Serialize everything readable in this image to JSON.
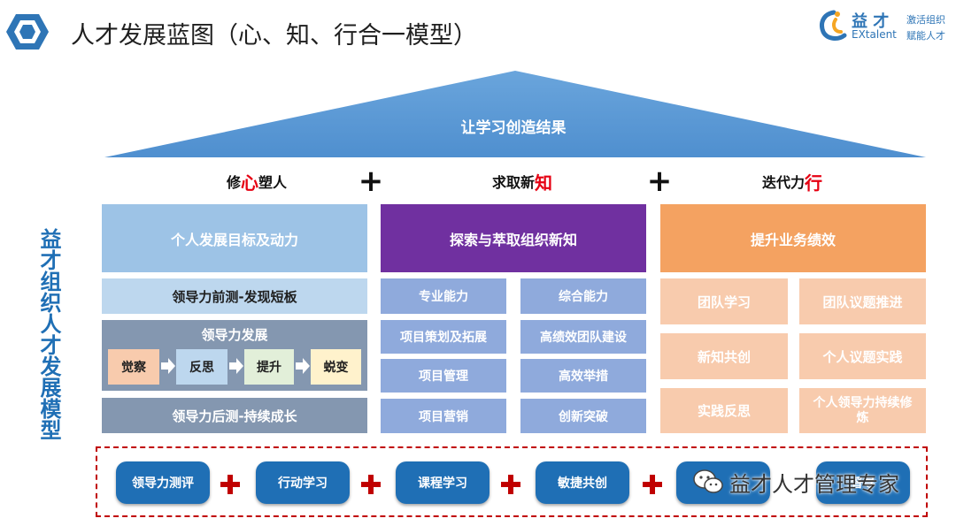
{
  "header": {
    "title": "人才发展蓝图（心、知、行合一模型）",
    "logo": {
      "brand_cn": "益 才",
      "brand_en": "EXtalent",
      "tagline_1": "激活组织",
      "tagline_2": "赋能人才"
    }
  },
  "roof": {
    "label": "让学习创造结果"
  },
  "side_label": "益才组织人才发展模型",
  "pillars": {
    "heart": {
      "pre": "修",
      "red": "心",
      "post": "塑人"
    },
    "knowledge": {
      "pre": "求取新",
      "red": "知",
      "post": ""
    },
    "action": {
      "pre": "迭代力",
      "red": "行",
      "post": ""
    },
    "plus": "+"
  },
  "left_col": {
    "top": "个人发展目标及动力",
    "pre_assess": "领导力前测-发现短板",
    "development": "领导力发展",
    "steps": [
      "觉察",
      "反思",
      "提升",
      "蜕变"
    ],
    "step_colors": [
      "#f8cbad",
      "#bdd7ee",
      "#e2efd9",
      "#fff2cc"
    ],
    "post_assess": "领导力后测-持续成长"
  },
  "mid_col": {
    "top": "探索与萃取组织新知",
    "left_items": [
      "专业能力",
      "项目策划及拓展",
      "项目管理",
      "项目营销"
    ],
    "right_items": [
      "综合能力",
      "高绩效团队建设",
      "高效举措",
      "创新突破"
    ]
  },
  "right_col": {
    "top": "提升业务绩效",
    "left_items": [
      "团队学习",
      "新知共创",
      "实践反思"
    ],
    "right_items": [
      "团队议题推进",
      "个人议题实践",
      "个人领导力持续修炼"
    ]
  },
  "bottom": {
    "pills": [
      "领导力测评",
      "行动学习",
      "课程学习",
      "敏捷共创",
      "",
      "督导"
    ]
  },
  "watermark": "益才人才管理专家",
  "colors": {
    "roof": "#5b9bd5",
    "purple": "#7030a0",
    "orange": "#f4a261",
    "blue": "#1f6fb5",
    "red": "#c00000"
  }
}
